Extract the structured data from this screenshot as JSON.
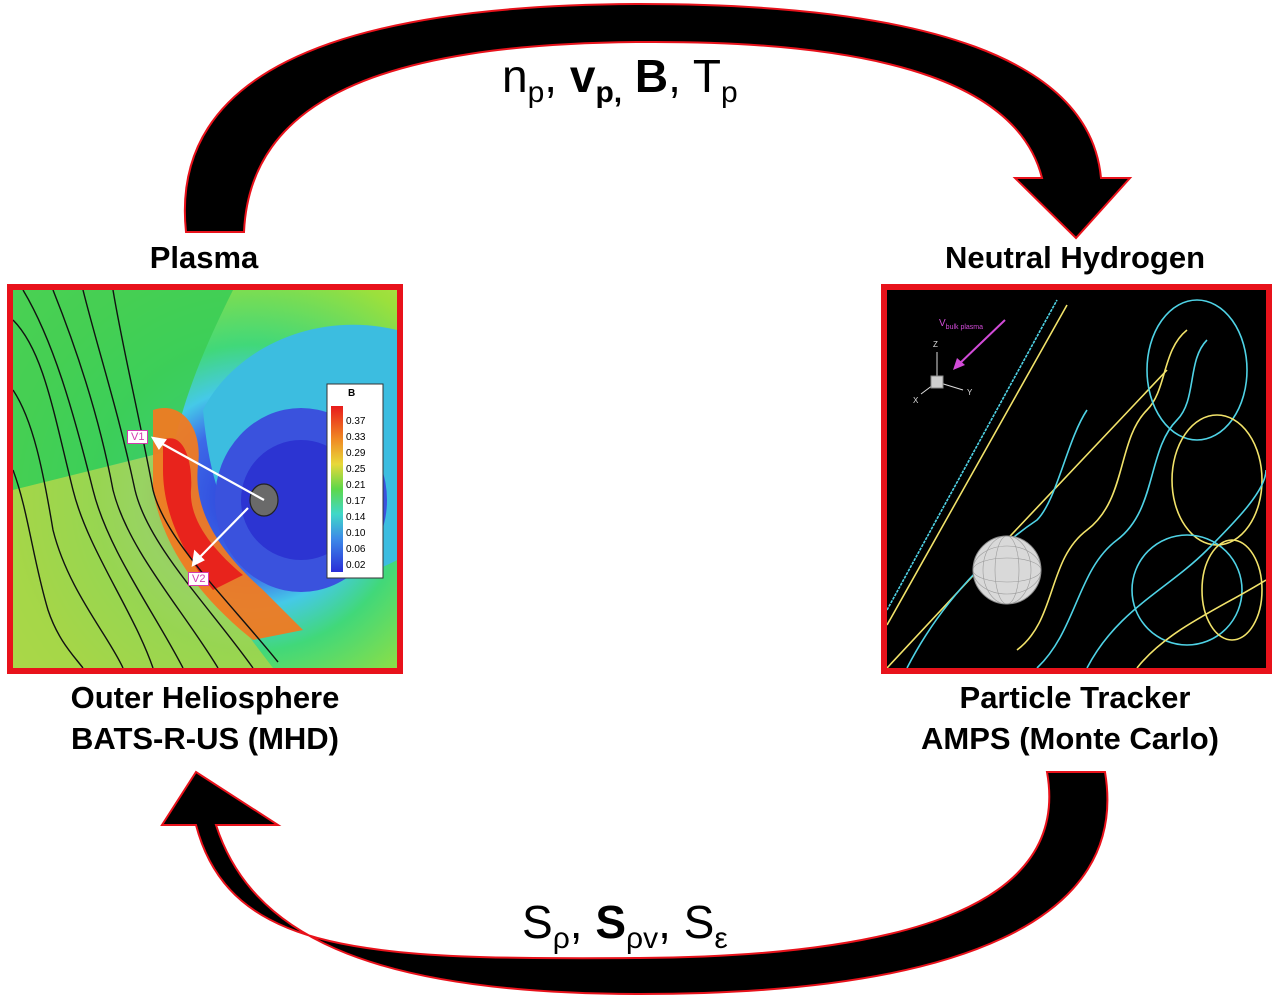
{
  "top_formula": {
    "n": "n",
    "n_sub": "p",
    "sep1": ", ",
    "v": "v",
    "v_sub": "p,",
    "sp1": " ",
    "B": "B",
    "sep2": ", ",
    "T": "T",
    "T_sub": "p"
  },
  "bottom_formula": {
    "s1": "S",
    "s1_sub": "ρ",
    "sep1": ", ",
    "s2": "S",
    "s2_sub": "ρv",
    "sep2": ", ",
    "s3": "S",
    "s3_sub": "ε"
  },
  "left_component": {
    "title": "Plasma",
    "caption_line1": "Outer Heliosphere",
    "caption_line2": "BATS-R-US (MHD)",
    "colorbar_title": "B",
    "colorbar_ticks": [
      "0.37",
      "0.33",
      "0.29",
      "0.25",
      "0.21",
      "0.17",
      "0.14",
      "0.10",
      "0.06",
      "0.02"
    ],
    "vector_labels": [
      "V1",
      "V2"
    ]
  },
  "right_component": {
    "title": "Neutral Hydrogen",
    "caption_line1": "Particle Tracker",
    "caption_line2": "AMPS  (Monte Carlo)",
    "vbulk_label": "V",
    "vbulk_sub": "bulk plasma",
    "axis_labels": [
      "Z",
      "X",
      "Y"
    ]
  },
  "colors": {
    "arrow_fill": "#000000",
    "arrow_outline": "#e8121b",
    "panel_border": "#e8121b",
    "trajectory_cyan": "#4fd3e6",
    "trajectory_yellow": "#f2e36a",
    "vbulk_arrow": "#d24bd8"
  }
}
